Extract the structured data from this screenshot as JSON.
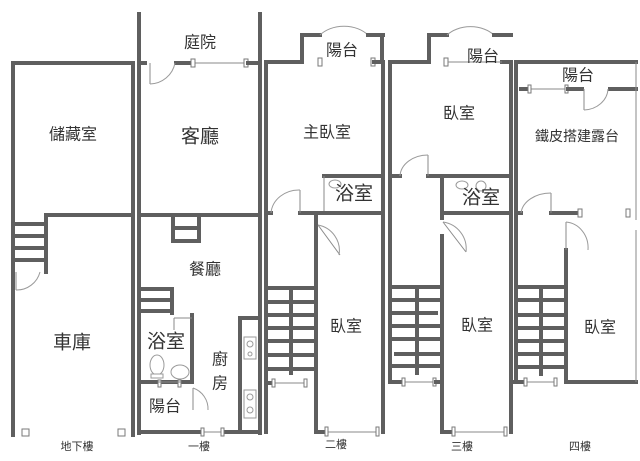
{
  "floors": [
    {
      "name": "地下樓",
      "rooms": [
        "儲藏室",
        "車庫"
      ]
    },
    {
      "name": "一樓",
      "rooms": [
        "庭院",
        "客廳",
        "餐廳",
        "浴室",
        "廚房",
        "陽台"
      ]
    },
    {
      "name": "二樓",
      "rooms": [
        "陽台",
        "主臥室",
        "浴室",
        "臥室"
      ]
    },
    {
      "name": "三樓",
      "rooms": [
        "陽台",
        "臥室",
        "浴室",
        "臥室"
      ]
    },
    {
      "name": "四樓",
      "rooms": [
        "陽台",
        "鐵皮搭建露台",
        "臥室"
      ]
    }
  ],
  "colors": {
    "wall": "#5f5f5f",
    "text": "#333333",
    "background": "#ffffff"
  }
}
